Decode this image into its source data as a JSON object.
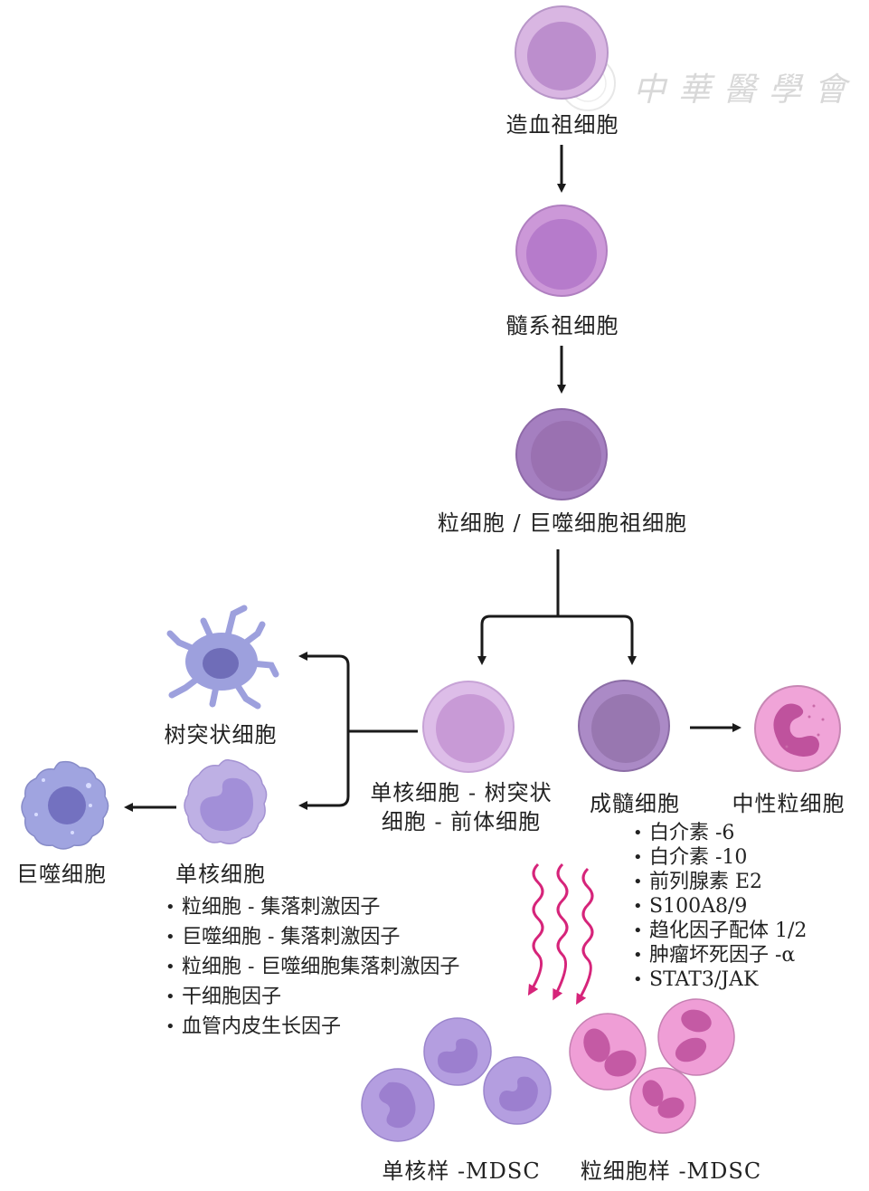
{
  "watermark": {
    "text": "中華醫學會",
    "icon": "seal-logo-icon"
  },
  "cells": {
    "hsc": {
      "label": "造血祖细胞",
      "color_outer": "#d6b4e0",
      "color_inner": "#b98ccb"
    },
    "cmp": {
      "label": "髓系祖细胞",
      "color_outer": "#cc98d8",
      "color_inner": "#b57ccb"
    },
    "gmp": {
      "label": "粒细胞 / 巨噬细胞祖细胞",
      "color_outer": "#a77fc0",
      "color_inner": "#9a72b0"
    },
    "mdp": {
      "label_line1": "单核细胞 - 树突状",
      "label_line2": "细胞 - 前体细胞",
      "color_outer": "#dcb8e6",
      "color_inner": "#c898d6"
    },
    "myeloblast": {
      "label": "成髓细胞",
      "color_outer": "#a989c4",
      "color_inner": "#9a78b2"
    },
    "neutrophil": {
      "label": "中性粒细胞",
      "color": "#ef9fd6",
      "nucleus": "#c0539e"
    },
    "dendritic": {
      "label": "树突状细胞",
      "color": "#9da0dd",
      "nucleus": "#6d6cb8"
    },
    "monocyte": {
      "label": "单核细胞",
      "color": "#bcaee3",
      "nucleus": "#a390d8"
    },
    "macrophage": {
      "label": "巨噬细胞",
      "color": "#9fa3e0",
      "nucleus": "#7371c0"
    },
    "m_mdsc": {
      "label": "单核样 -MDSC",
      "color": "#b49ee0",
      "nucleus": "#9c7fcf"
    },
    "g_mdsc": {
      "label": "粒细胞样 -MDSC",
      "color": "#ef9ed6",
      "nucleus": "#c45aa4"
    }
  },
  "left_factors": [
    "粒细胞 - 集落刺激因子",
    "巨噬细胞 - 集落刺激因子",
    "粒细胞 - 巨噬细胞集落刺激因子",
    "干细胞因子",
    "血管内皮生长因子"
  ],
  "right_factors": [
    "白介素 -6",
    "白介素 -10",
    "前列腺素 E2",
    "S100A8/9",
    "趋化因子配体 1/2",
    "肿瘤坏死因子 -α",
    "STAT3/JAK"
  ],
  "colors": {
    "arrow": "#1a1a1a",
    "signal_wave": "#d6247a"
  }
}
